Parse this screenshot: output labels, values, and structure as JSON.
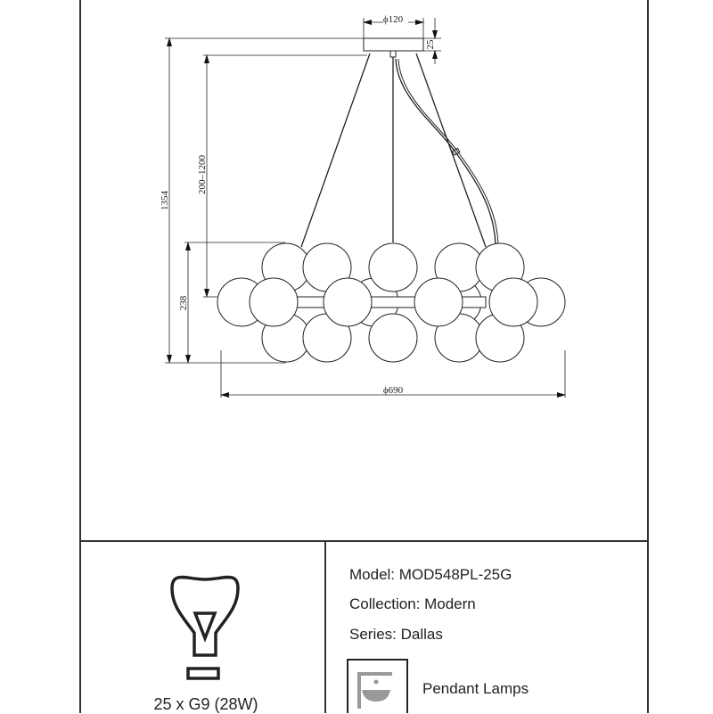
{
  "drawing": {
    "dimensions": {
      "canopy_diameter": "ϕ120",
      "canopy_height": "25",
      "total_height": "1354",
      "cord_length": "200–1200",
      "body_height": "238",
      "body_diameter": "ϕ690"
    }
  },
  "specs": {
    "bulb": "25 x G9 (28W)",
    "model": "Model: MOD548PL-25G",
    "collection": "Collection: Modern",
    "series": "Series: Dallas",
    "category": "Pendant Lamps"
  }
}
